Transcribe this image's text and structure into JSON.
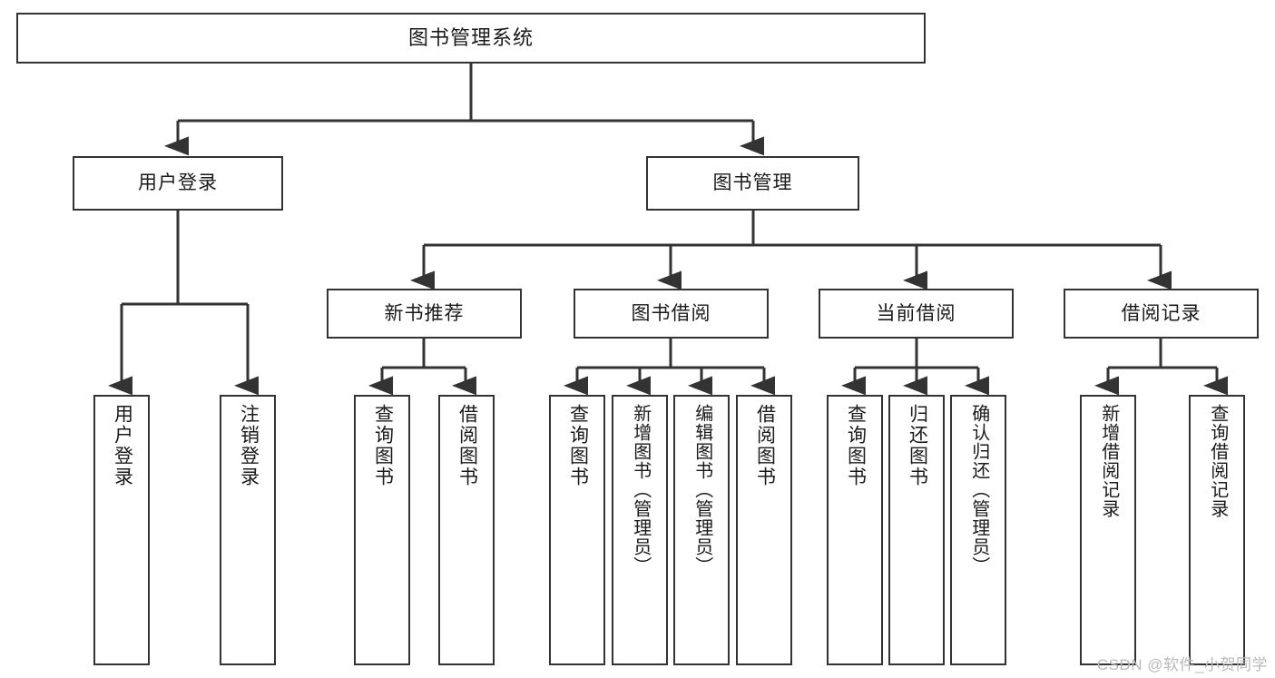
{
  "diagram": {
    "type": "tree",
    "title": "图书管理系统",
    "orientation": "top-down",
    "line_color": "#333333",
    "box_fill": "#ffffff",
    "text_color": "#1a1a1a"
  },
  "watermark": {
    "text": "CSDN @软件_小贺同学",
    "color": "#b9b9b9"
  },
  "nodes": {
    "root": {
      "label": "图书管理系统"
    },
    "level1": [
      {
        "label": "用户登录"
      },
      {
        "label": "图书管理"
      }
    ],
    "level2": [
      {
        "label": "新书推荐"
      },
      {
        "label": "图书借阅"
      },
      {
        "label": "当前借阅"
      },
      {
        "label": "借阅记录"
      }
    ],
    "leaves": {
      "user_login": [
        {
          "label": "用户登录"
        },
        {
          "label": "注销登录"
        }
      ],
      "new_books": [
        {
          "label": "查询图书"
        },
        {
          "label": "借阅图书"
        }
      ],
      "book_borrow": [
        {
          "label": "查询图书"
        },
        {
          "label": "新增图书（管理员）"
        },
        {
          "label": "编辑图书（管理员）"
        },
        {
          "label": "借阅图书"
        }
      ],
      "current_borrow": [
        {
          "label": "查询图书"
        },
        {
          "label": "归还图书"
        },
        {
          "label": "确认归还（管理员）"
        }
      ],
      "borrow_records": [
        {
          "label": "新增借阅记录"
        },
        {
          "label": "查询借阅记录"
        }
      ]
    }
  }
}
